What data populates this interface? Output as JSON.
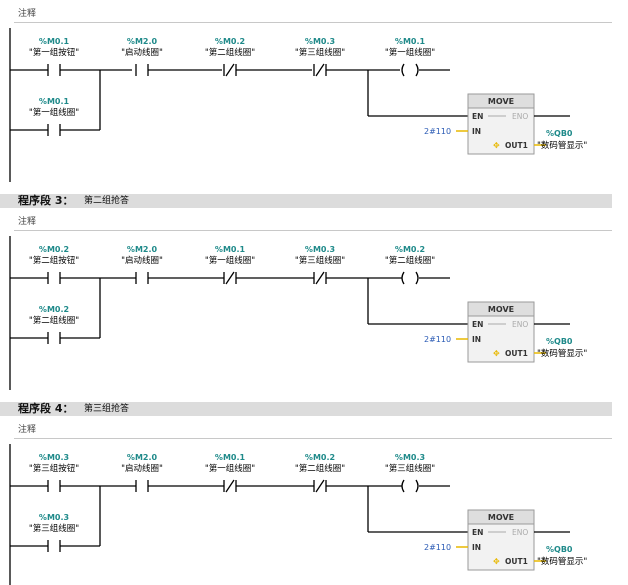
{
  "top_comment": "注释",
  "segments": [
    {
      "header": null,
      "comment": null,
      "contacts": [
        {
          "addr": "%M0.1",
          "tag": "\"第一组按钮\""
        },
        {
          "addr": "%M2.0",
          "tag": "\"启动线圈\""
        },
        {
          "addr": "%M0.2",
          "tag": "\"第二组线圈\""
        },
        {
          "addr": "%M0.3",
          "tag": "\"第三组线圈\""
        },
        {
          "addr": "%M0.1",
          "tag": "\"第一组线圈\""
        }
      ],
      "branch": {
        "addr": "%M0.1",
        "tag": "\"第一组线圈\""
      },
      "move": {
        "title": "MOVE",
        "en": "EN",
        "eno": "ENO",
        "in": "IN",
        "out": "OUT1",
        "in_value": "2#110",
        "out_addr": "%QB0",
        "out_tag": "\"数码管显示\""
      }
    },
    {
      "header": {
        "title": "程序段 3：",
        "sub": "第二组抢答"
      },
      "comment": "注释",
      "contacts": [
        {
          "addr": "%M0.2",
          "tag": "\"第二组按钮\""
        },
        {
          "addr": "%M2.0",
          "tag": "\"启动线圈\""
        },
        {
          "addr": "%M0.1",
          "tag": "\"第一组线圈\""
        },
        {
          "addr": "%M0.3",
          "tag": "\"第三组线圈\""
        },
        {
          "addr": "%M0.2",
          "tag": "\"第二组线圈\""
        }
      ],
      "branch": {
        "addr": "%M0.2",
        "tag": "\"第二组线圈\""
      },
      "move": {
        "title": "MOVE",
        "en": "EN",
        "eno": "ENO",
        "in": "IN",
        "out": "OUT1",
        "in_value": "2#110",
        "out_addr": "%QB0",
        "out_tag": "\"数码管显示\""
      }
    },
    {
      "header": {
        "title": "程序段 4：",
        "sub": "第三组抢答"
      },
      "comment": "注释",
      "contacts": [
        {
          "addr": "%M0.3",
          "tag": "\"第三组按钮\""
        },
        {
          "addr": "%M2.0",
          "tag": "\"启动线圈\""
        },
        {
          "addr": "%M0.1",
          "tag": "\"第一组线圈\""
        },
        {
          "addr": "%M0.2",
          "tag": "\"第二组线圈\""
        },
        {
          "addr": "%M0.3",
          "tag": "\"第三组线圈\""
        }
      ],
      "branch": {
        "addr": "%M0.3",
        "tag": "\"第三组线圈\""
      },
      "move": {
        "title": "MOVE",
        "en": "EN",
        "eno": "ENO",
        "in": "IN",
        "out": "OUT1",
        "in_value": "2#110",
        "out_addr": "%QB0",
        "out_tag": "\"数码管显示\""
      }
    }
  ]
}
